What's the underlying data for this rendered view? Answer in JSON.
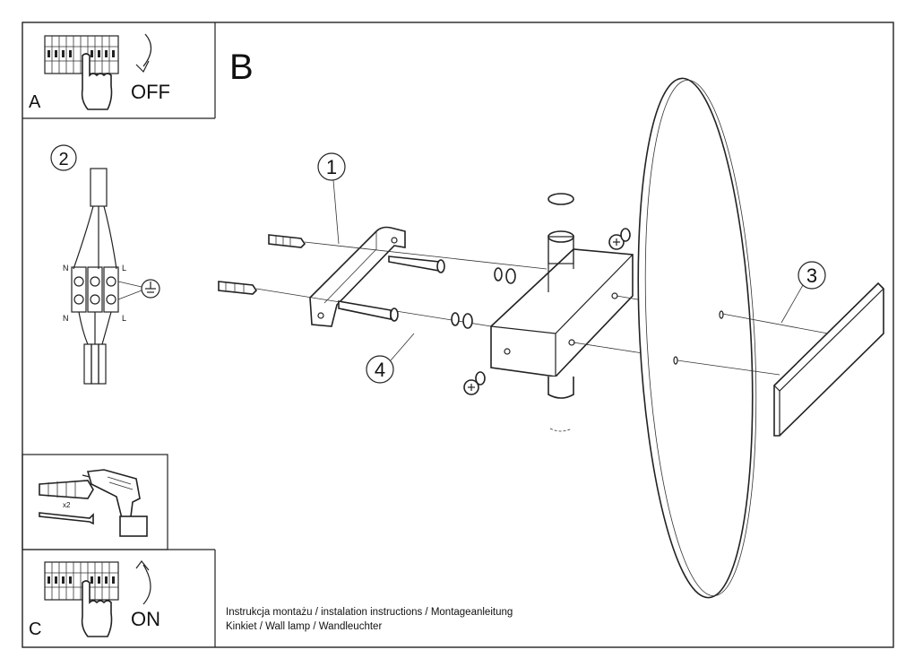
{
  "panels": {
    "a": {
      "letter": "A",
      "action": "OFF"
    },
    "b": {
      "letter": "B"
    },
    "c": {
      "letter": "C",
      "action": "ON"
    }
  },
  "callouts": {
    "c1": "1",
    "c2": "2",
    "c3": "3",
    "c4": "4"
  },
  "wiring": {
    "n_top": "N",
    "l_top": "L",
    "n_bottom": "N",
    "l_bottom": "L"
  },
  "drill": {
    "qty": "x2"
  },
  "footer": {
    "line1": "Instrukcja montażu / instalation instructions / Montageanleitung",
    "line2": "Kinkiet / Wall lamp / Wandleuchter"
  }
}
